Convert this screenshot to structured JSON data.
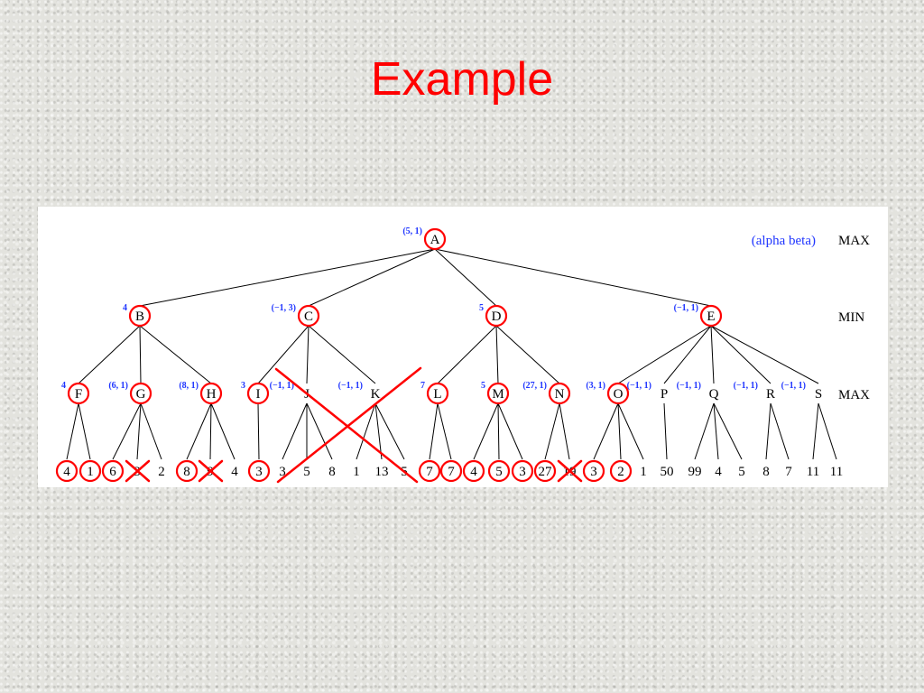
{
  "slide": {
    "title": "Example"
  },
  "diagram": {
    "legend": "(alpha beta)",
    "levels": [
      "MAX",
      "MIN",
      "MAX"
    ],
    "nodes": [
      {
        "id": "A",
        "ann": "(5, 1)",
        "circled": true
      },
      {
        "id": "B",
        "ann": "4",
        "circled": true
      },
      {
        "id": "C",
        "ann": "(−1, 3)",
        "circled": true
      },
      {
        "id": "D",
        "ann": "5",
        "circled": true
      },
      {
        "id": "E",
        "ann": "(−1, 1)",
        "circled": true
      },
      {
        "id": "F",
        "ann": "4",
        "circled": true
      },
      {
        "id": "G",
        "ann": "(6, 1)",
        "circled": true
      },
      {
        "id": "H",
        "ann": "(8, 1)",
        "circled": true
      },
      {
        "id": "I",
        "ann": "3",
        "circled": true
      },
      {
        "id": "J",
        "ann": "(−1, 1)",
        "circled": false
      },
      {
        "id": "K",
        "ann": "(−1, 1)",
        "circled": false
      },
      {
        "id": "L",
        "ann": "7",
        "circled": true
      },
      {
        "id": "M",
        "ann": "5",
        "circled": true
      },
      {
        "id": "N",
        "ann": "(27, 1)",
        "circled": true
      },
      {
        "id": "O",
        "ann": "(3, 1)",
        "circled": true
      },
      {
        "id": "P",
        "ann": "(−1, 1)",
        "circled": false
      },
      {
        "id": "Q",
        "ann": "(−1, 1)",
        "circled": false
      },
      {
        "id": "R",
        "ann": "(−1, 1)",
        "circled": false
      },
      {
        "id": "S",
        "ann": "(−1, 1)",
        "circled": false
      }
    ],
    "edges": [
      [
        "A",
        "B"
      ],
      [
        "A",
        "C"
      ],
      [
        "A",
        "D"
      ],
      [
        "A",
        "E"
      ],
      [
        "B",
        "F"
      ],
      [
        "B",
        "G"
      ],
      [
        "B",
        "H"
      ],
      [
        "C",
        "I"
      ],
      [
        "C",
        "J"
      ],
      [
        "C",
        "K"
      ],
      [
        "D",
        "L"
      ],
      [
        "D",
        "M"
      ],
      [
        "D",
        "N"
      ],
      [
        "E",
        "O"
      ],
      [
        "E",
        "P"
      ],
      [
        "E",
        "Q"
      ],
      [
        "E",
        "R"
      ],
      [
        "E",
        "S"
      ]
    ],
    "leaves": [
      {
        "parent": "F",
        "value": "4",
        "circled": true,
        "crossed": false
      },
      {
        "parent": "F",
        "value": "1",
        "circled": true,
        "crossed": false
      },
      {
        "parent": "G",
        "value": "6",
        "circled": true,
        "crossed": false
      },
      {
        "parent": "G",
        "value": "3",
        "circled": false,
        "crossed": true
      },
      {
        "parent": "G",
        "value": "2",
        "circled": false,
        "crossed": false
      },
      {
        "parent": "H",
        "value": "8",
        "circled": true,
        "crossed": false
      },
      {
        "parent": "H",
        "value": "9",
        "circled": false,
        "crossed": true
      },
      {
        "parent": "H",
        "value": "4",
        "circled": false,
        "crossed": false
      },
      {
        "parent": "I",
        "value": "3",
        "circled": true,
        "crossed": false
      },
      {
        "parent": "J",
        "value": "3",
        "circled": false,
        "crossed": false
      },
      {
        "parent": "J",
        "value": "5",
        "circled": false,
        "crossed": false
      },
      {
        "parent": "J",
        "value": "8",
        "circled": false,
        "crossed": false
      },
      {
        "parent": "K",
        "value": "1",
        "circled": false,
        "crossed": false
      },
      {
        "parent": "K",
        "value": "13",
        "circled": false,
        "crossed": false
      },
      {
        "parent": "K",
        "value": "5",
        "circled": false,
        "crossed": false
      },
      {
        "parent": "L",
        "value": "7",
        "circled": true,
        "crossed": false
      },
      {
        "parent": "L",
        "value": "7",
        "circled": true,
        "crossed": false
      },
      {
        "parent": "M",
        "value": "4",
        "circled": true,
        "crossed": false
      },
      {
        "parent": "M",
        "value": "5",
        "circled": true,
        "crossed": false
      },
      {
        "parent": "M",
        "value": "3",
        "circled": true,
        "crossed": false
      },
      {
        "parent": "N",
        "value": "27",
        "circled": true,
        "crossed": false
      },
      {
        "parent": "N",
        "value": "19",
        "circled": false,
        "crossed": true
      },
      {
        "parent": "O",
        "value": "3",
        "circled": true,
        "crossed": false
      },
      {
        "parent": "O",
        "value": "2",
        "circled": true,
        "crossed": false
      },
      {
        "parent": "O",
        "value": "1",
        "circled": false,
        "crossed": false
      },
      {
        "parent": "P",
        "value": "50",
        "circled": false,
        "crossed": false
      },
      {
        "parent": "Q",
        "value": "99",
        "circled": false,
        "crossed": false
      },
      {
        "parent": "Q",
        "value": "4",
        "circled": false,
        "crossed": false
      },
      {
        "parent": "Q",
        "value": "5",
        "circled": false,
        "crossed": false
      },
      {
        "parent": "R",
        "value": "8",
        "circled": false,
        "crossed": false
      },
      {
        "parent": "R",
        "value": "7",
        "circled": false,
        "crossed": false
      },
      {
        "parent": "S",
        "value": "11",
        "circled": false,
        "crossed": false
      },
      {
        "parent": "S",
        "value": "11",
        "circled": false,
        "crossed": false
      }
    ],
    "pruned_subtrees": [
      "J",
      "K"
    ]
  }
}
